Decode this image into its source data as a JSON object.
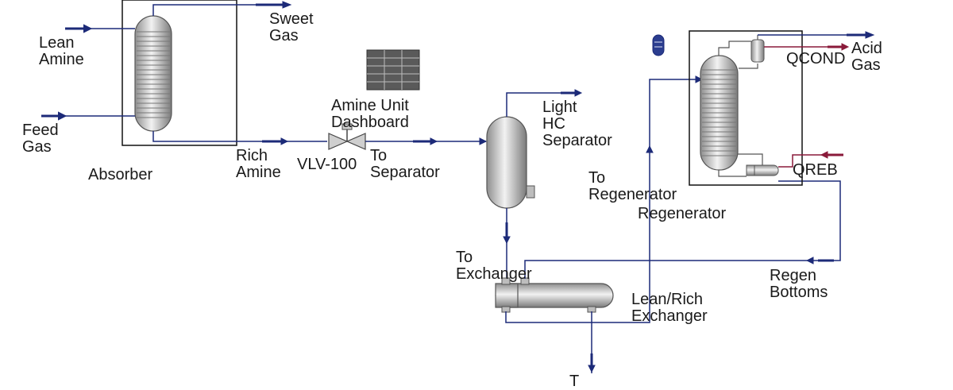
{
  "labels": {
    "lean_amine": "Lean\nAmine",
    "feed_gas": "Feed\nGas",
    "absorber": "Absorber",
    "sweet_gas": "Sweet\nGas",
    "rich_amine": "Rich\nAmine",
    "vlv_100": "VLV-100",
    "to_separator": "To\nSeparator",
    "dashboard": "Amine Unit\nDashboard",
    "light_hc_separator": "Light\nHC\nSeparator",
    "to_regenerator": "To\nRegenerator",
    "regenerator": "Regenerator",
    "acid_gas": "Acid\nGas",
    "qcond": "QCOND",
    "qreb": "QREB",
    "regen_bottoms": "Regen\nBottoms",
    "to_exchanger": "To\nExchanger",
    "lean_rich_exchanger": "Lean/Rich\nExchanger",
    "bottom_stream_partial": "T"
  },
  "colors": {
    "stream": "#1c2a78",
    "energy": "#8a1a3a",
    "equipment_fill": "#cfcfcf",
    "equipment_stroke": "#555555",
    "text": "#1a1a1a"
  },
  "icons": {
    "dashboard": "spreadsheet-grid-icon",
    "valve": "valve-icon",
    "spreadsheet_small": "spreadsheet-icon"
  }
}
